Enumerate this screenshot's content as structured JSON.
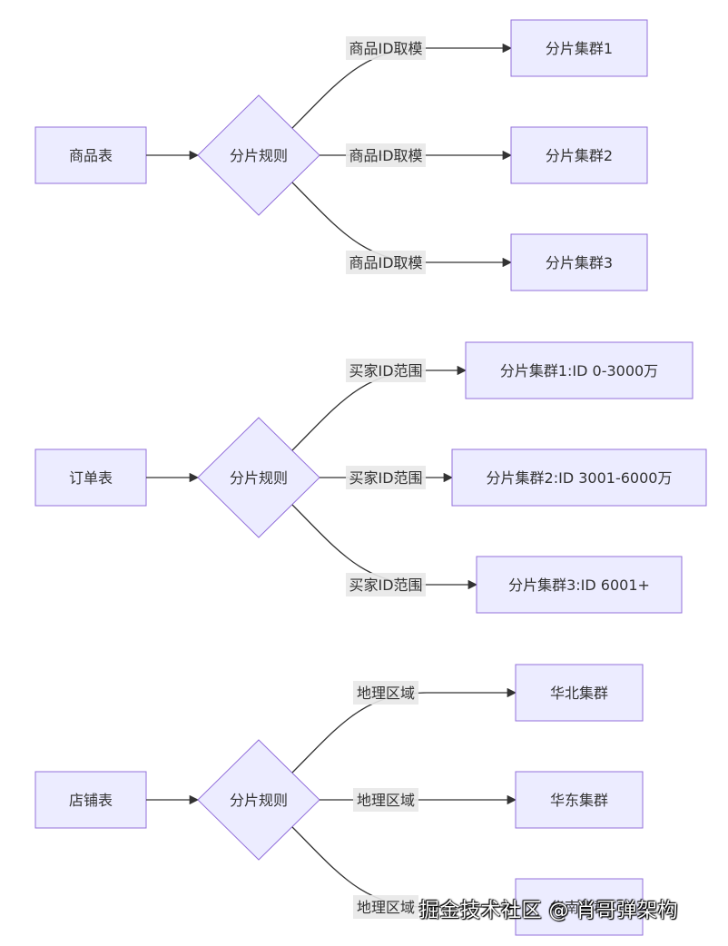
{
  "colors": {
    "node_fill": "#ececff",
    "node_stroke": "#9370db",
    "edge": "#333333",
    "label_bg": "#e8e8e8"
  },
  "groups": [
    {
      "source": "商品表",
      "rule": "分片规则",
      "edges": [
        {
          "label": "商品ID取模",
          "target": "分片集群1"
        },
        {
          "label": "商品ID取模",
          "target": "分片集群2"
        },
        {
          "label": "商品ID取模",
          "target": "分片集群3"
        }
      ]
    },
    {
      "source": "订单表",
      "rule": "分片规则",
      "edges": [
        {
          "label": "买家ID范围",
          "target": "分片集群1:ID 0-3000万"
        },
        {
          "label": "买家ID范围",
          "target": "分片集群2:ID 3001-6000万"
        },
        {
          "label": "买家ID范围",
          "target": "分片集群3:ID 6001+"
        }
      ]
    },
    {
      "source": "店铺表",
      "rule": "分片规则",
      "edges": [
        {
          "label": "地理区域",
          "target": "华北集群"
        },
        {
          "label": "地理区域",
          "target": "华东集群"
        },
        {
          "label": "地理区域",
          "target": "华南集群"
        }
      ]
    }
  ],
  "watermark": "掘金技术社区 @ 肖哥弹架构"
}
